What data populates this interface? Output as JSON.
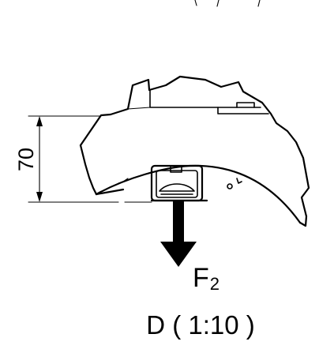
{
  "dimension": {
    "value": "70"
  },
  "force": {
    "symbol": "F",
    "subscript": "2"
  },
  "view_label": {
    "text": "D ( 1:10 )"
  },
  "colors": {
    "ink": "#000000",
    "background": "#ffffff"
  }
}
